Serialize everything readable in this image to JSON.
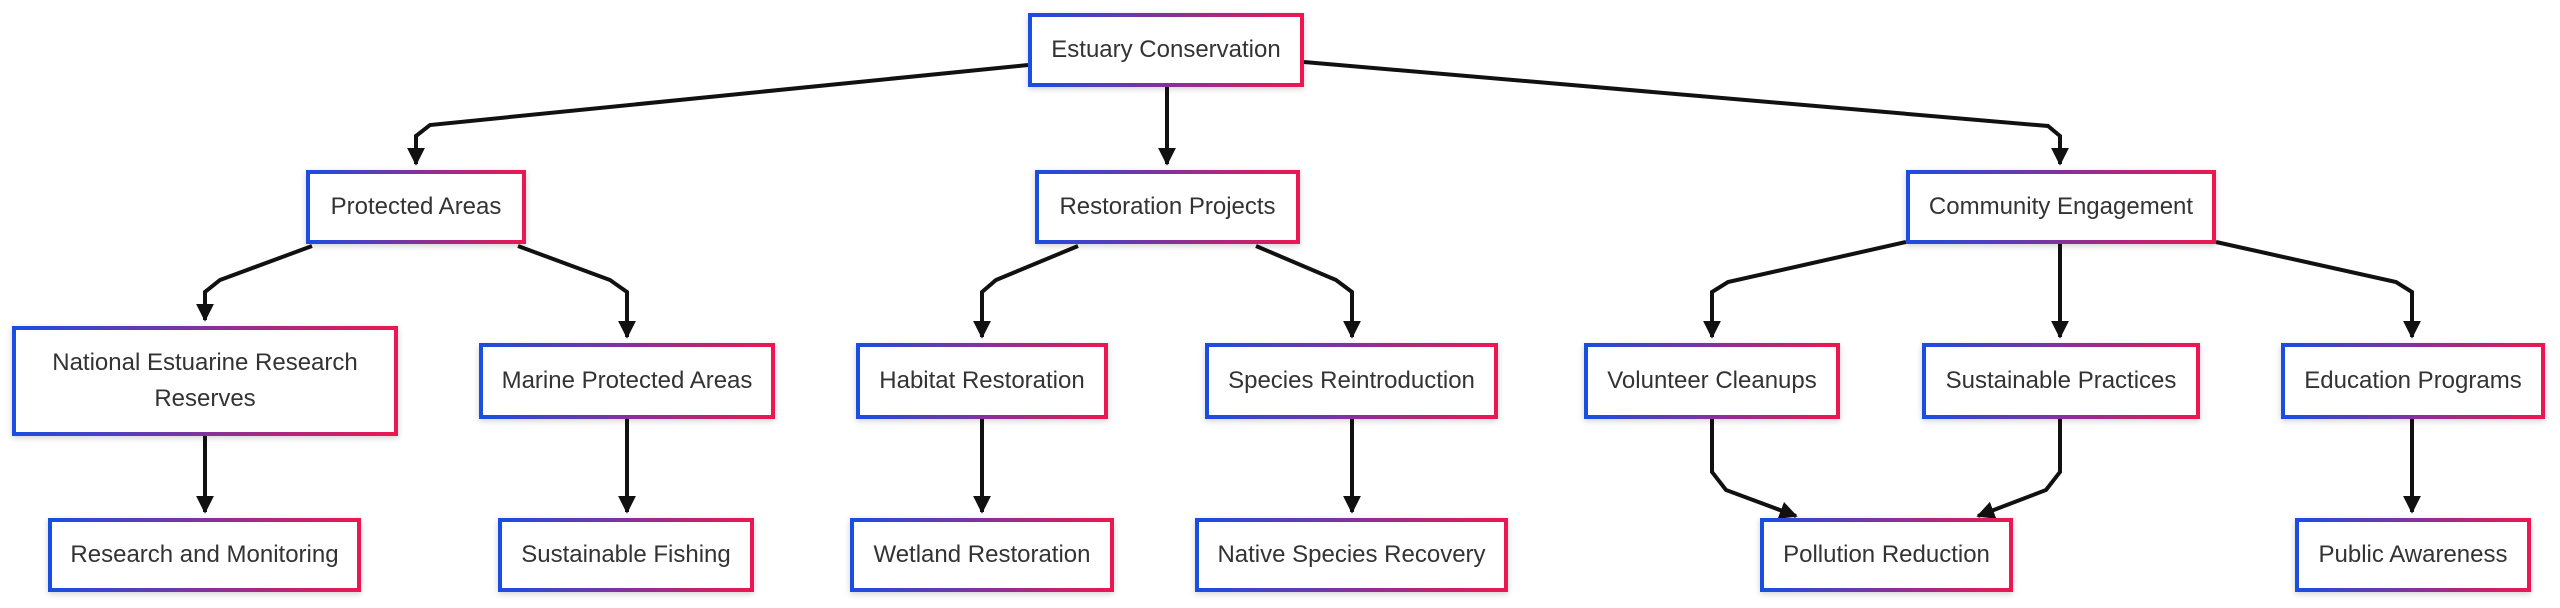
{
  "colors": {
    "gradient_start": "#1a4de3",
    "gradient_end": "#ec1752",
    "edge": "#111111",
    "text": "#333333"
  },
  "nodes": {
    "estuary_conservation": "Estuary Conservation",
    "protected_areas": "Protected Areas",
    "restoration_projects": "Restoration Projects",
    "community_engagement": "Community Engagement",
    "national_estuarine_research_reserves": "National Estuarine Research Reserves",
    "marine_protected_areas": "Marine Protected Areas",
    "habitat_restoration": "Habitat Restoration",
    "species_reintroduction": "Species Reintroduction",
    "volunteer_cleanups": "Volunteer Cleanups",
    "sustainable_practices": "Sustainable Practices",
    "education_programs": "Education Programs",
    "research_and_monitoring": "Research and Monitoring",
    "sustainable_fishing": "Sustainable Fishing",
    "wetland_restoration": "Wetland Restoration",
    "native_species_recovery": "Native Species Recovery",
    "pollution_reduction": "Pollution Reduction",
    "public_awareness": "Public Awareness"
  },
  "edges": [
    [
      "estuary_conservation",
      "protected_areas"
    ],
    [
      "estuary_conservation",
      "restoration_projects"
    ],
    [
      "estuary_conservation",
      "community_engagement"
    ],
    [
      "protected_areas",
      "national_estuarine_research_reserves"
    ],
    [
      "protected_areas",
      "marine_protected_areas"
    ],
    [
      "restoration_projects",
      "habitat_restoration"
    ],
    [
      "restoration_projects",
      "species_reintroduction"
    ],
    [
      "community_engagement",
      "volunteer_cleanups"
    ],
    [
      "community_engagement",
      "sustainable_practices"
    ],
    [
      "community_engagement",
      "education_programs"
    ],
    [
      "national_estuarine_research_reserves",
      "research_and_monitoring"
    ],
    [
      "marine_protected_areas",
      "sustainable_fishing"
    ],
    [
      "habitat_restoration",
      "wetland_restoration"
    ],
    [
      "species_reintroduction",
      "native_species_recovery"
    ],
    [
      "volunteer_cleanups",
      "pollution_reduction"
    ],
    [
      "sustainable_practices",
      "pollution_reduction"
    ],
    [
      "education_programs",
      "public_awareness"
    ]
  ]
}
